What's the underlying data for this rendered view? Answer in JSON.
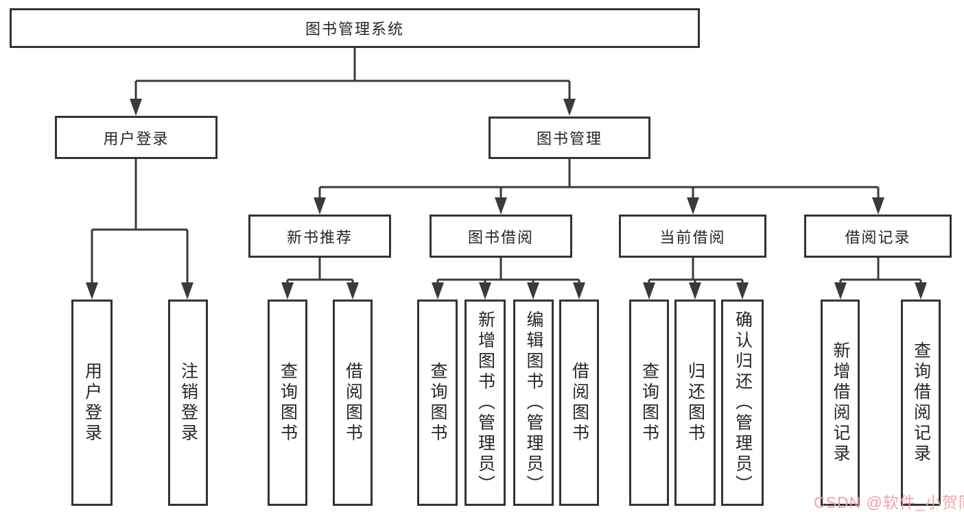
{
  "diagram": {
    "root": {
      "label": "图书管理系统"
    },
    "user_login": {
      "label": "用户登录",
      "children": [
        "用户登录",
        "注销登录"
      ]
    },
    "book_management": {
      "label": "图书管理"
    },
    "new_book_recommend": {
      "label": "新书推荐",
      "children": [
        "查询图书",
        "借阅图书"
      ]
    },
    "book_borrow": {
      "label": "图书借阅",
      "children": [
        "查询图书",
        "新增图书（管理员）",
        "编辑图书（管理员）",
        "借阅图书"
      ]
    },
    "current_borrow": {
      "label": "当前借阅",
      "children": [
        "查询图书",
        "归还图书",
        "确认归还（管理员）"
      ]
    },
    "borrow_records": {
      "label": "借阅记录",
      "children": [
        "新增借阅记录",
        "查询借阅记录"
      ]
    }
  },
  "watermark": {
    "text": "CSDN @软件_小贺同学",
    "color": "#ee9aa2"
  },
  "colors": {
    "line": "#3a3a3a",
    "box_border": "#333333",
    "text": "#262626",
    "background": "#ffffff"
  }
}
